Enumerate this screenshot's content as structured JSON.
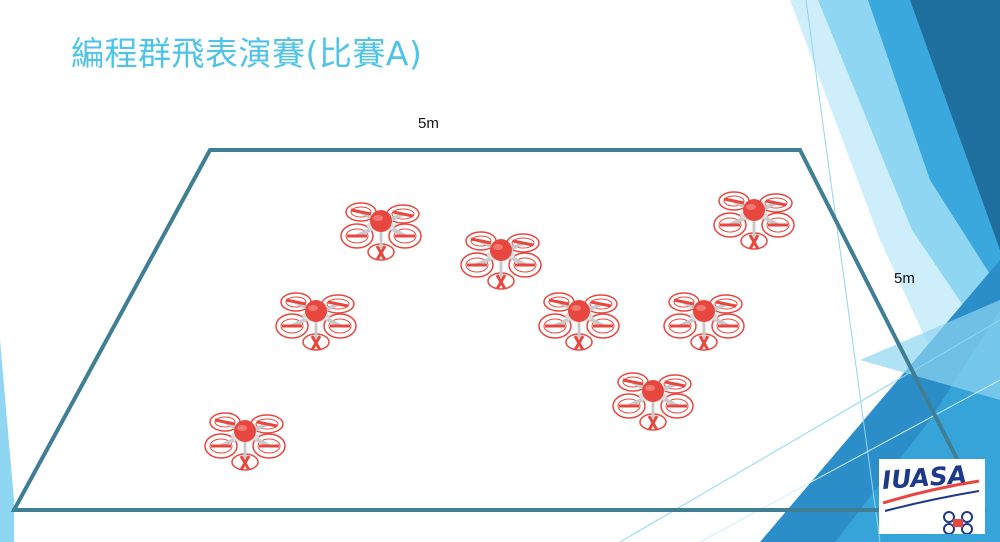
{
  "slide": {
    "title": "編程群飛表演賽(比賽A)"
  },
  "diagram": {
    "width_label": "5m",
    "depth_label": "5m",
    "field_color": "#3f7e93",
    "drone_color": "#e8473f",
    "drone_count": 8
  },
  "logo": {
    "text": "IUASA"
  },
  "theme": {
    "title_color": "#4fc3e8",
    "accent_light": "#8fd6f2",
    "accent_mid": "#3aa8dc",
    "accent_dark": "#1f6f9e"
  }
}
